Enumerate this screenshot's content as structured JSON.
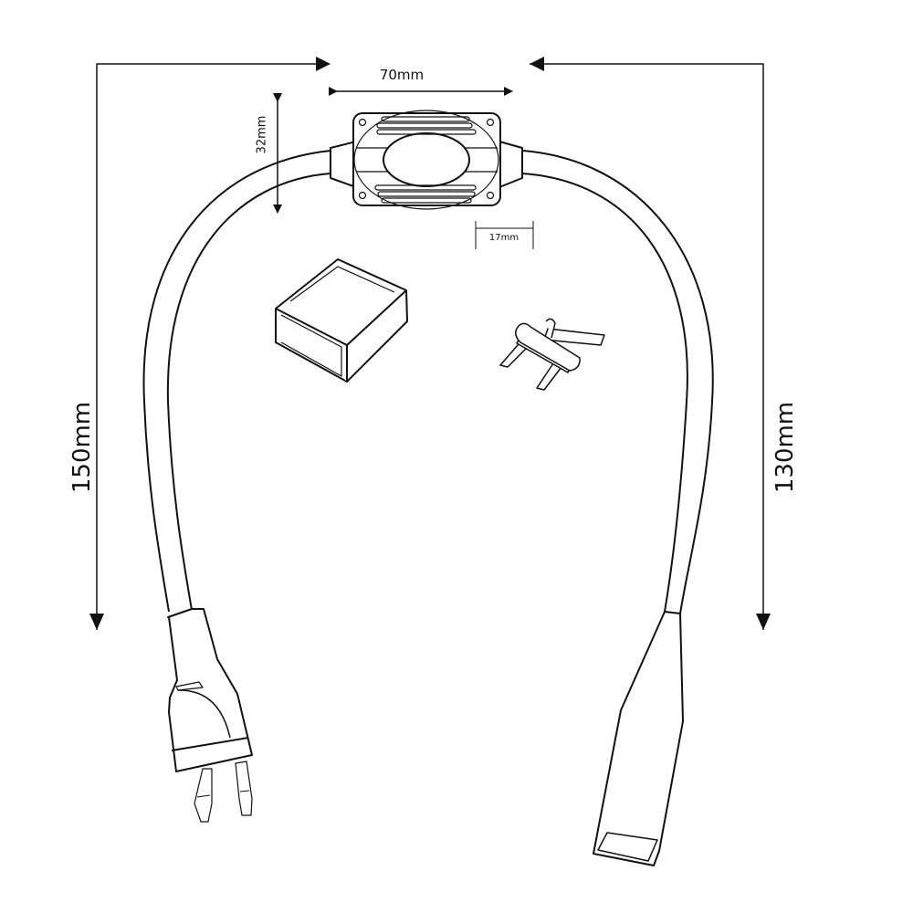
{
  "dimensions": {
    "controller_width": "70mm",
    "controller_height": "32mm",
    "cable_diameter": "17mm",
    "left_cable_length": "150mm",
    "right_cable_length": "130mm"
  },
  "colors": {
    "line": "#111111",
    "background": "#ffffff"
  }
}
